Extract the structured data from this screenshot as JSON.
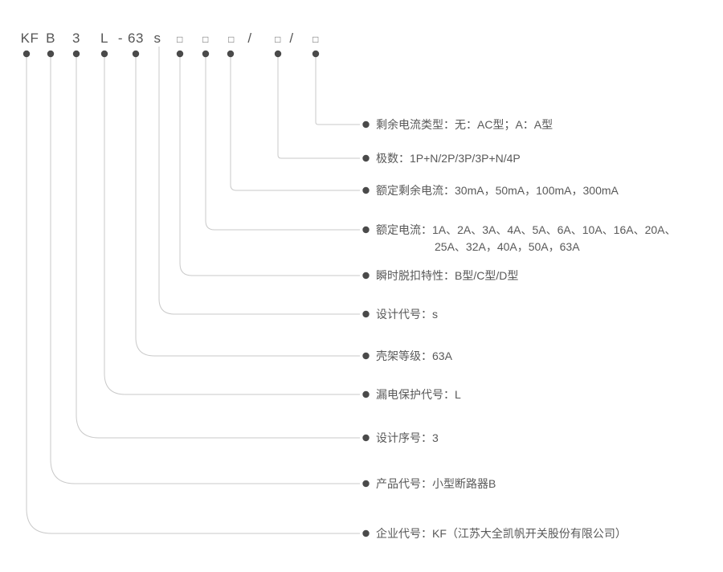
{
  "code_row": {
    "segments": [
      {
        "text": "KF",
        "type": "code"
      },
      {
        "text": "B",
        "type": "code"
      },
      {
        "text": "3",
        "type": "code"
      },
      {
        "text": "L",
        "type": "code"
      },
      {
        "text": "-",
        "type": "separator"
      },
      {
        "text": "63",
        "type": "code"
      },
      {
        "text": "s",
        "type": "code"
      },
      {
        "text": "□",
        "type": "placeholder"
      },
      {
        "text": "□",
        "type": "placeholder"
      },
      {
        "text": "□",
        "type": "placeholder"
      },
      {
        "text": "/",
        "type": "separator"
      },
      {
        "text": "□",
        "type": "placeholder"
      },
      {
        "text": "/",
        "type": "separator"
      },
      {
        "text": "□",
        "type": "placeholder"
      }
    ]
  },
  "entries": [
    {
      "code": "KF",
      "lines": [
        "企业代号：KF（江苏大全凯帆开关股份有限公司）"
      ]
    },
    {
      "code": "B",
      "lines": [
        "产品代号：小型断路器B"
      ]
    },
    {
      "code": "3",
      "lines": [
        "设计序号：3"
      ]
    },
    {
      "code": "L",
      "lines": [
        "漏电保护代号：L"
      ]
    },
    {
      "code": "63",
      "lines": [
        "壳架等级：63A"
      ]
    },
    {
      "code": "s",
      "lines": [
        "设计代号：s"
      ]
    },
    {
      "code": "□",
      "lines": [
        "瞬时脱扣特性：B型/C型/D型"
      ]
    },
    {
      "code": "□",
      "lines": [
        "额定电流：1A、2A、3A、4A、5A、6A、10A、16A、20A、",
        "25A、32A，40A，50A，63A"
      ]
    },
    {
      "code": "□",
      "lines": [
        "额定剩余电流：30mA，50mA，100mA，300mA"
      ]
    },
    {
      "code": "□",
      "lines": [
        "极数：1P+N/2P/3P/3P+N/4P"
      ]
    },
    {
      "code": "□",
      "lines": [
        "剩余电流类型：无：AC型；A：A型"
      ]
    }
  ],
  "colors": {
    "background": "#ffffff",
    "line": "#c9c9c9",
    "dot": "#4a4a4a",
    "label_text": "#595959",
    "code_text": "#555555"
  }
}
